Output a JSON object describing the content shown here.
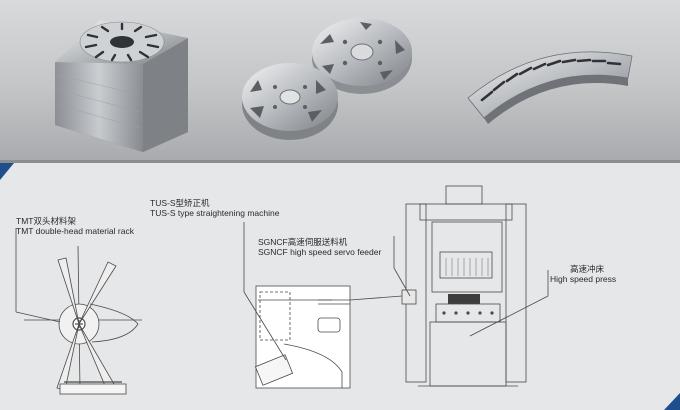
{
  "labels": {
    "material_rack": {
      "zh": "TMT双头材料架",
      "en": "TMT double-head material rack"
    },
    "straightening_machine": {
      "zh": "TUS-S型矫正机",
      "en": "TUS-S type straightening machine"
    },
    "servo_feeder": {
      "zh": "SGNCF高速伺服送料机",
      "en": "SGNCF high speed servo feeder"
    },
    "press": {
      "zh": "高速冲床",
      "en": "High speed press"
    }
  },
  "colors": {
    "accent": "#1e4e8c",
    "line": "#4a4a4a",
    "top_band": "#c3c5c7",
    "bottom_band": "#e6e7e8"
  }
}
